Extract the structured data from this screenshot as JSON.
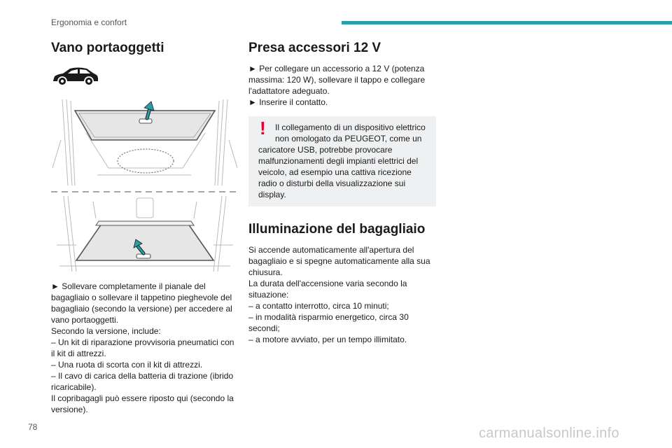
{
  "header": {
    "section": "Ergonomia e confort"
  },
  "left": {
    "title": "Vano portaoggetti",
    "icons": {
      "car": "car-side-icon",
      "arrow": "up-arrow-icon"
    },
    "paragraphs": [
      "► Sollevare completamente il pianale del bagagliaio o sollevare il tappetino pieghevole del bagagliaio (secondo la versione) per accedere al vano portaoggetti.",
      "Secondo la versione, include:",
      "– Un kit di riparazione provvisoria pneumatici con il kit di attrezzi.",
      "– Una ruota di scorta con il kit di attrezzi.",
      "– Il cavo di carica della batteria di trazione (ibrido ricaricabile).",
      "Il copribagagli può essere riposto qui (secondo la versione)."
    ]
  },
  "right": {
    "title": "Presa accessori 12 V",
    "steps": [
      "► Per collegare un accessorio a 12 V (potenza massima: 120 W), sollevare il tappo e collegare l'adattatore adeguato.",
      "► Inserire il contatto."
    ],
    "warning": {
      "mark": "!",
      "line1": "Il collegamento di un dispositivo elettrico",
      "line2": "non omologato da PEUGEOT, come un",
      "rest": "caricatore USB, potrebbe provocare malfunzionamenti degli impianti elettrici del veicolo, ad esempio una cattiva ricezione radio o disturbi della visualizzazione sui display."
    },
    "title2": "Illuminazione del bagagliaio",
    "paragraphs": [
      "Si accende automaticamente all'apertura del bagagliaio e si spegne automaticamente alla sua chiusura.",
      "La durata dell'accensione varia secondo la situazione:",
      "– a contatto interrotto, circa 10 minuti;",
      "– in modalità risparmio energetico, circa 30 secondi;",
      "– a motore avviato, per un tempo illimitato."
    ]
  },
  "footer": {
    "page_number": "78",
    "watermark": "carmanualsonline.info"
  },
  "colors": {
    "accent": "#2a9da6",
    "warning": "#e4002b",
    "panel": "#eef0f2"
  }
}
